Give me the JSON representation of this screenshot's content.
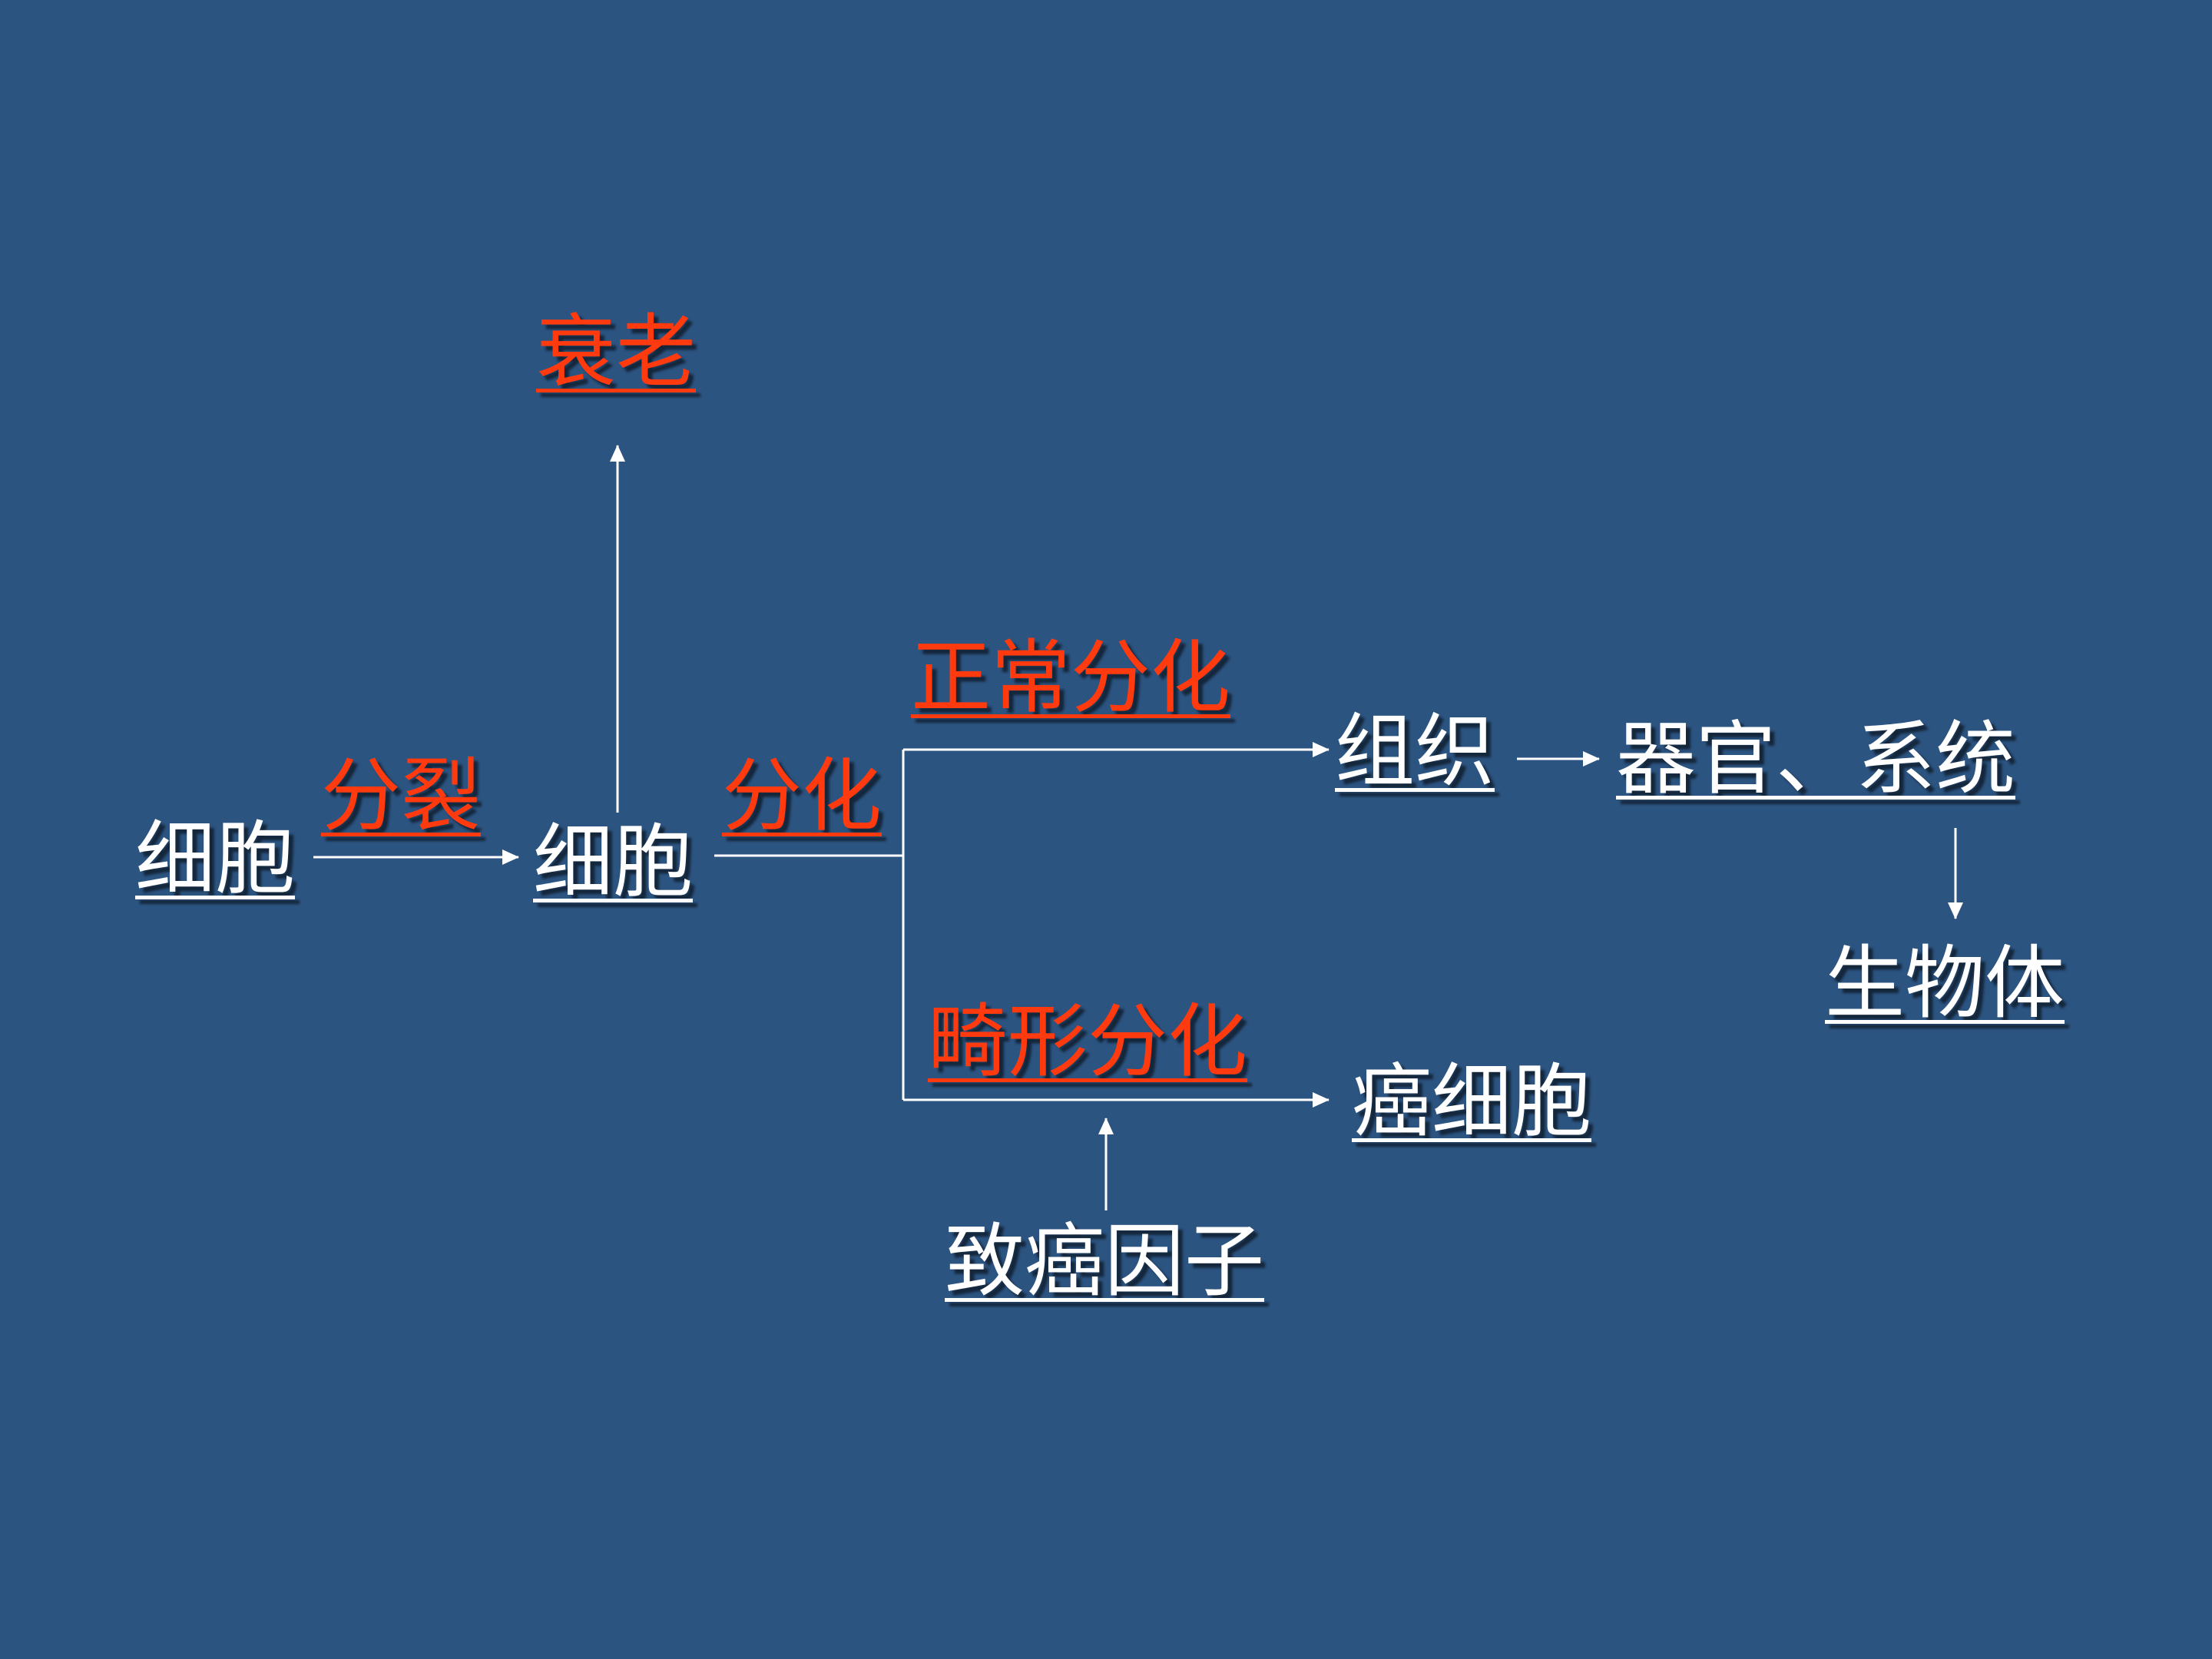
{
  "colors": {
    "background": "#2c5481",
    "node_text": "#ffffff",
    "process_text": "#ff3a0e",
    "arrow": "#ffffff"
  },
  "nodes": {
    "cell_start": "细胞",
    "cell_middle": "细胞",
    "senescence": "衰老",
    "tissue": "组织",
    "organ_system": "器官、系统",
    "organism": "生物体",
    "cancer_cell": "癌细胞",
    "carcinogen": "致癌因子"
  },
  "processes": {
    "division": "分裂",
    "differentiation": "分化",
    "normal_differentiation": "正常分化",
    "abnormal_differentiation": "畸形分化"
  }
}
